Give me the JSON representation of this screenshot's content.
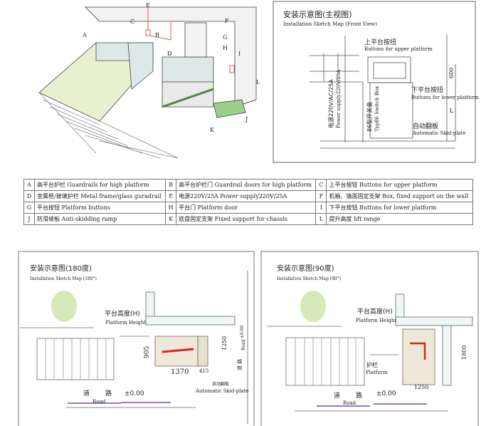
{
  "overview": {
    "labels": [
      "A",
      "B",
      "C",
      "D",
      "E",
      "F",
      "G",
      "H",
      "I",
      "J",
      "K",
      "L"
    ]
  },
  "legend": [
    [
      {
        "key": "A",
        "text": "高平台护栏 Guardrails for high platform"
      },
      {
        "key": "B",
        "text": "高平台护栏门 Guardrail doors for high platform"
      },
      {
        "key": "C",
        "text": "上平台按钮 Buttons for upper platform"
      }
    ],
    [
      {
        "key": "D",
        "text": "金属框/玻璃护栏 Metal frame/glass guradrail"
      },
      {
        "key": "E",
        "text": "电源220V/25A Power supply220V/25A"
      },
      {
        "key": "F",
        "text": "机箱、墙面固定支架 Box, fixed support on the wall"
      }
    ],
    [
      {
        "key": "G",
        "text": "平台按钮 Platform buttons"
      },
      {
        "key": "H",
        "text": "平台门 Platform door"
      },
      {
        "key": "I",
        "text": "下平台按钮 Buttons for lower platform"
      }
    ],
    [
      {
        "key": "J",
        "text": "防滑坡板 Anti-skidding ramp"
      },
      {
        "key": "K",
        "text": "底盘固定支架 Fixed support for chassis"
      },
      {
        "key": "L",
        "text": "提升高度 lift range"
      }
    ]
  ],
  "front": {
    "title_cn": "安装示意图(主视图)",
    "title_en": "Installation Sketch Map (Front View)",
    "upper_cn": "上平台按扭",
    "upper_en": "Buttons for upper platform",
    "lower_cn": "下平台按扭",
    "lower_en": "Buttons for lower platform",
    "power_cn": "电源220V/AC/25A",
    "power_en": "Power supply220V/25A",
    "box_cn": "86型开关盒",
    "box_en": "Typ86 Switch Box",
    "skid_cn": "自动翻板",
    "skid_en": "Automatic Skid-plate",
    "dim_600": "600",
    "dim_L": "L"
  },
  "p180": {
    "title_cn": "安装示意图(180度)",
    "title_en": "Installation Sketch Map (180°)",
    "height_cn": "平台高度(H)",
    "height_en": "Platform Height",
    "dim_905": "905",
    "dim_1250": "1250",
    "dim_1370": "1370",
    "dim_415": "415",
    "skid_cn": "自动翻板",
    "skid_en": "Automatic Skid-plate",
    "road_cn1": "道",
    "road_cn2": "路",
    "road_en": "Road",
    "level": "±0.00",
    "road_v_cn": "道  路",
    "road_v_en": "Road",
    "level_v": "±0.00"
  },
  "p90": {
    "title_cn": "安装示意图(90度)",
    "title_en": "Installation Sketch Map (90°)",
    "height_cn": "平台高度(H)",
    "height_en": "Platform Height",
    "rail_cn": "护栏",
    "rail_en": "Platform",
    "dim_1800": "1800",
    "dim_1250": "1250",
    "road_cn1": "道",
    "road_cn2": "路",
    "road_en": "Road",
    "level": "±0.00"
  }
}
